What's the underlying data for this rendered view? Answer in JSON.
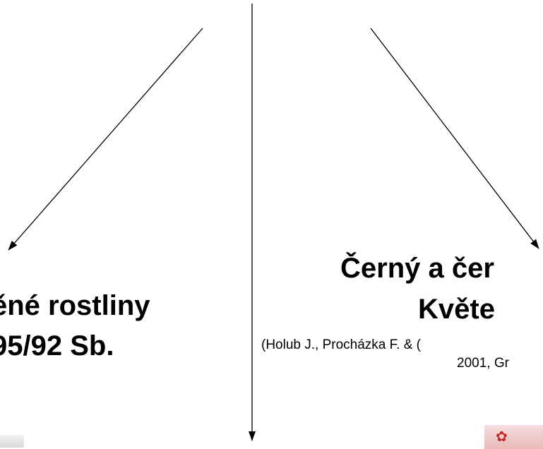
{
  "left_label": {
    "line1": "ěné rostliny",
    "line2": "95/92 Sb."
  },
  "right_label": {
    "line1": "Černý a čer",
    "line2": "Květe",
    "citation_line1": "(Holub J., Procházka F. & (",
    "citation_line2": "2001, Gr"
  },
  "icons": {
    "left_thumbnail": "document-thumbnail-icon",
    "right_thumbnail": "book-cover-thumbnail-icon"
  }
}
